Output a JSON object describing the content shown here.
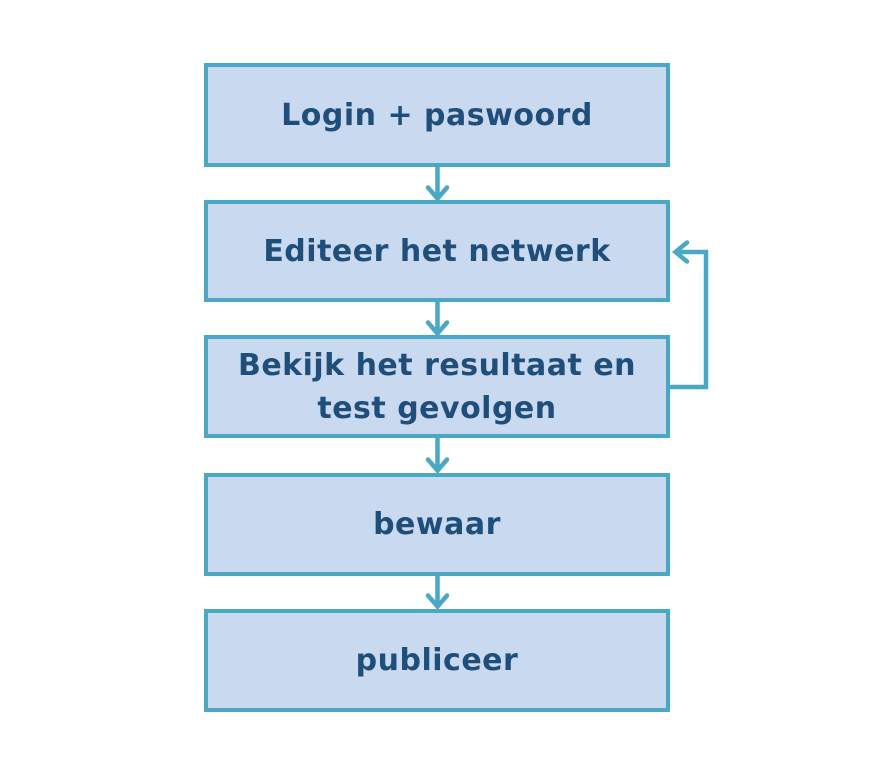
{
  "colors": {
    "background": "#ffffff",
    "box_fill": "#c9d9f0",
    "box_border": "#4aa8c4",
    "arrow": "#4aa8c4",
    "text": "#1f4e7a"
  },
  "flowchart": {
    "nodes": [
      {
        "id": "login",
        "label": "Login + paswoord",
        "lines": [
          "Login + paswoord"
        ]
      },
      {
        "id": "edit",
        "label": "Editeer het netwerk",
        "lines": [
          "Editeer het netwerk"
        ]
      },
      {
        "id": "review",
        "label": "Bekijk het resultaat en test gevolgen",
        "lines": [
          "Bekijk het resultaat en",
          "test gevolgen"
        ]
      },
      {
        "id": "save",
        "label": "bewaar",
        "lines": [
          "bewaar"
        ]
      },
      {
        "id": "publish",
        "label": "publiceer",
        "lines": [
          "publiceer"
        ]
      }
    ],
    "edges": [
      {
        "from": "login",
        "to": "edit",
        "type": "down-arrow"
      },
      {
        "from": "edit",
        "to": "review",
        "type": "down-arrow"
      },
      {
        "from": "review",
        "to": "save",
        "type": "down-arrow"
      },
      {
        "from": "save",
        "to": "publish",
        "type": "down-arrow"
      },
      {
        "from": "review",
        "to": "edit",
        "type": "feedback-loop-right"
      }
    ]
  }
}
